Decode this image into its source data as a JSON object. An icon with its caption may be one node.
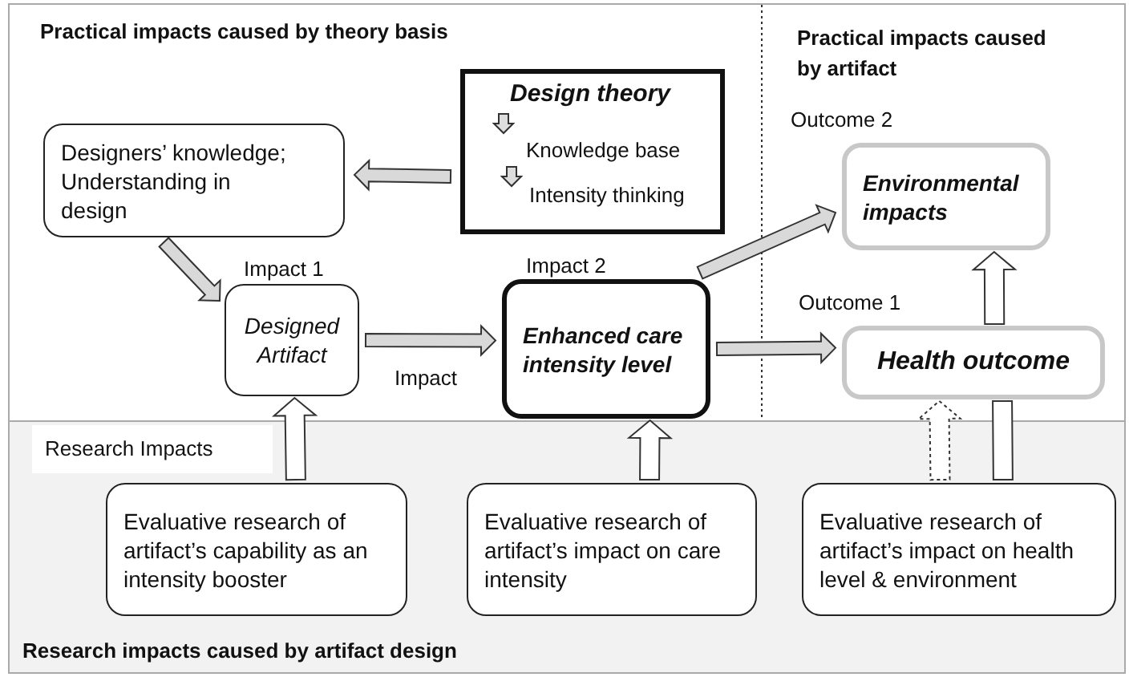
{
  "diagram": {
    "nodes": [
      {
        "text": [
          "Design theory",
          "Knowledge base",
          "Intensity thinking"
        ]
      },
      {
        "text": [
          "Designers’ knowledge; Understanding in design"
        ]
      },
      {
        "text": [
          "Designed Artifact"
        ],
        "beside": [
          "Impact 1"
        ]
      },
      {
        "text": [
          "Enhanced care intensity level"
        ],
        "beside": [
          "Impact 2"
        ]
      },
      {
        "text": [
          "Environmental impacts"
        ],
        "beside": [
          "Outcome 2"
        ]
      },
      {
        "text": [
          "Health outcome"
        ],
        "beside": [
          "Outcome 1"
        ]
      },
      {
        "text": [
          "Research impacts caused by artifact design"
        ]
      },
      {
        "text": [
          "Evaluative research of artifact’s capability as an intensity booster"
        ],
        "in": 6
      },
      {
        "text": [
          "Evaluative research of artifact’s impact on care intensity"
        ],
        "in": 6
      },
      {
        "text": [
          "Evaluative research of artifact’s impact on health level & environment"
        ],
        "in": 6
      }
    ],
    "edges": [
      {
        "from": 0,
        "to": 1,
        "arrow": "to"
      },
      {
        "from": 1,
        "to": 2,
        "arrow": "to"
      },
      {
        "from": 2,
        "to": 3,
        "arrow": "to",
        "label": "Impact"
      },
      {
        "from": 3,
        "to": 4,
        "arrow": "to"
      },
      {
        "from": 3,
        "to": 5,
        "arrow": "to"
      },
      {
        "from": 5,
        "to": 4,
        "arrow": "to",
        "style": "thick"
      },
      {
        "from": 7,
        "to": 2,
        "arrow": "to",
        "style": "thick"
      },
      {
        "from": 8,
        "to": 3,
        "arrow": "to",
        "style": "thick"
      },
      {
        "from": 9,
        "to": 5,
        "arrow": "to",
        "style": "dashed"
      },
      {
        "from": 9,
        "to": 5,
        "arrow": "none",
        "style": "thick"
      }
    ],
    "labels": [
      "Practical impacts caused by theory basis",
      "Practical impacts caused by artifact",
      "Research Impacts"
    ]
  }
}
